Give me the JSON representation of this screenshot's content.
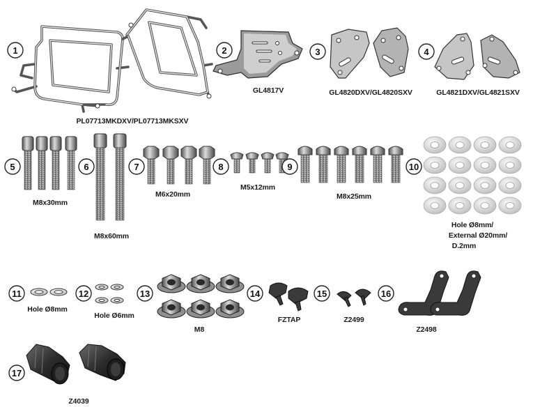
{
  "parts": {
    "p1": {
      "number": "1",
      "code": "PL07713MKDXV/PL07713MKSXV"
    },
    "p2": {
      "number": "2",
      "code": "GL4817V"
    },
    "p3": {
      "number": "3",
      "code": "GL4820DXV/GL4820SXV"
    },
    "p4": {
      "number": "4",
      "code": "GL4821DXV/GL4821SXV"
    },
    "p5": {
      "number": "5",
      "label": "M8x30mm"
    },
    "p6": {
      "number": "6",
      "label": "M8x60mm"
    },
    "p7": {
      "number": "7",
      "label": "M6x20mm"
    },
    "p8": {
      "number": "8",
      "label": "M5x12mm"
    },
    "p9": {
      "number": "9",
      "label": "M8x25mm"
    },
    "p10": {
      "number": "10",
      "label_lines": [
        "Hole Ø8mm/",
        "External Ø20mm/",
        "D.2mm"
      ]
    },
    "p11": {
      "number": "11",
      "label": "Hole Ø8mm"
    },
    "p12": {
      "number": "12",
      "label": "Hole Ø6mm"
    },
    "p13": {
      "number": "13",
      "label": "M8"
    },
    "p14": {
      "number": "14",
      "label": "FZTAP"
    },
    "p15": {
      "number": "15",
      "label": "Z2499"
    },
    "p16": {
      "number": "16",
      "label": "Z2498"
    },
    "p17": {
      "number": "17",
      "label": "Z4039"
    }
  }
}
